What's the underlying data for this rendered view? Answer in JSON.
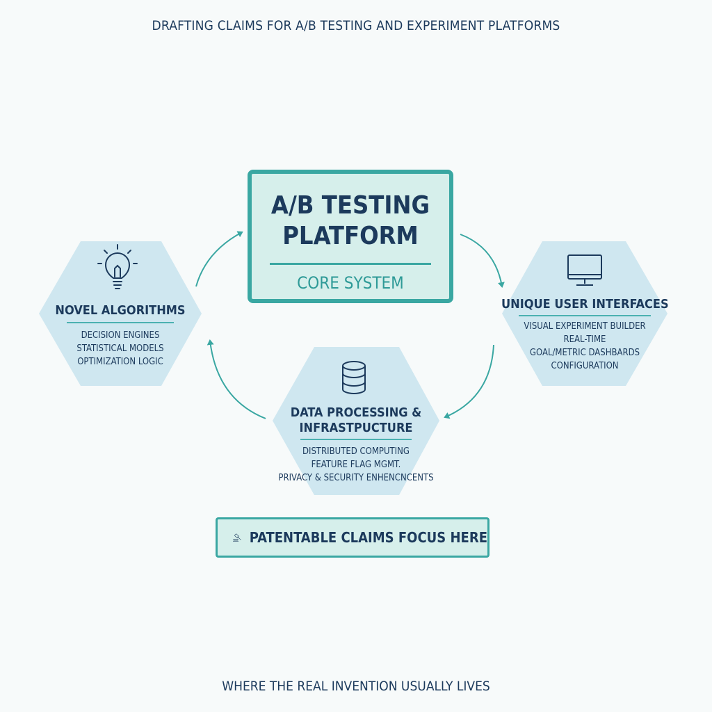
{
  "header": {
    "title": "DRAFTING CLAIMS FOR A/B TESTING AND EXPERIMENT PLATFORMS"
  },
  "core": {
    "title_line1": "A/B TESTING",
    "title_line2": "PLATFORM",
    "subtitle": "CORE SYSTEM"
  },
  "nodes": {
    "algorithms": {
      "icon": "lightbulb-icon",
      "title": "NOVEL ALGORITHMS",
      "items": [
        "DECISION ENGINES",
        "STATISTICAL MODELS",
        "OPTIMIZATION LOGIC"
      ]
    },
    "interfaces": {
      "icon": "monitor-icon",
      "title": "UNIQUE USER INTERFACES",
      "items": [
        "VISUAL EXPERIMENT BUILDER",
        "REAL-TIME",
        "GOAL/METRIC DASHBARDS",
        "CONFIGURATION"
      ]
    },
    "data": {
      "icon": "database-icon",
      "title_line1": "DATA PROCESSING &",
      "title_line2": "INFRASTPUCTURE",
      "items": [
        "DISTRIBUTED COMPUTING",
        "FEATURE FLAG MGMT.",
        "PRIVACY & SECURITY ENHENCNCENTS"
      ]
    }
  },
  "focus": {
    "icon": "gavel-icon",
    "label": "PATENTABLE CLAIMS FOCUS HERE"
  },
  "footer": {
    "text": "WHERE THE REAL INVENTION USUALLY LIVES"
  },
  "colors": {
    "teal": "#3aa7a2",
    "hex_fill": "#cfe7f0",
    "core_fill": "#d6efeb",
    "navy": "#1c3a5c"
  }
}
